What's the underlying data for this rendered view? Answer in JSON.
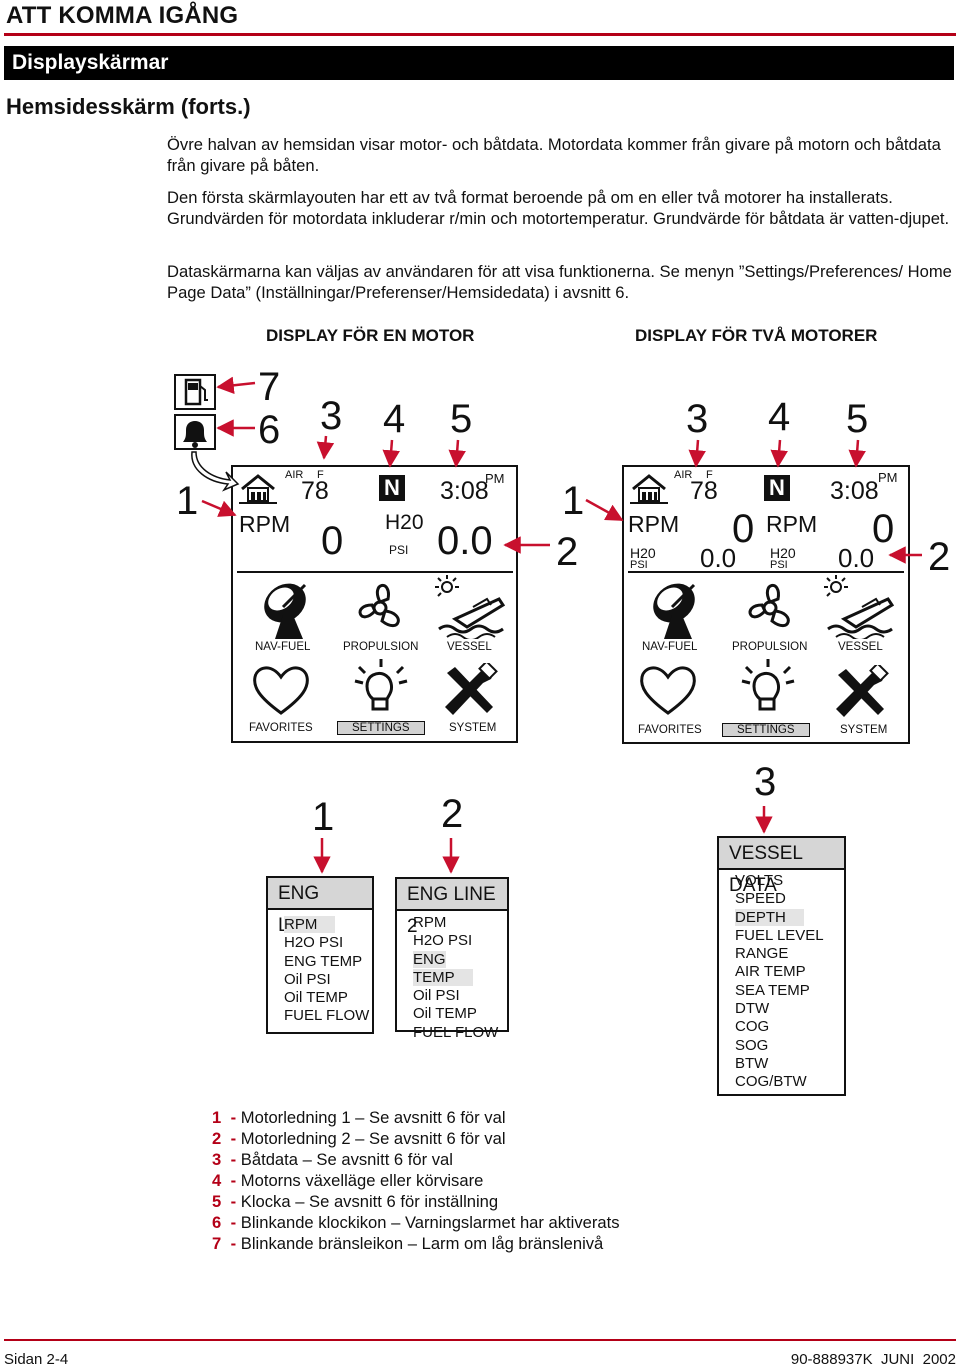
{
  "header": {
    "title": "ATT KOMMA IGÅNG",
    "section": "Displayskärmar",
    "subsection": "Hemsidesskärm (forts.)"
  },
  "paragraphs": [
    "Övre halvan av hemsidan visar motor- och båtdata. Motordata kommer från givare på motorn och båtdata från givare på båten.",
    "Den första skärmlayouten har ett av två format beroende på om en eller två motorer ha installerats. Grundvärden för motordata inkluderar r/min och motortemperatur. Grundvärde för båtdata är vatten-djupet.",
    "Dataskärmarna kan väljas av användaren för att visa funktionerna. Se menyn ”Settings/Preferences/ Home Page Data” (Inställningar/Preferenser/Hemsidedata) i avsnitt 6."
  ],
  "captions": {
    "single": "DISPLAY FÖR EN MOTOR",
    "twin": "DISPLAY FÖR TVÅ MOTORER"
  },
  "callouts": {
    "n1": "1",
    "n2": "2",
    "n3": "3",
    "n4": "4",
    "n5": "5",
    "n6": "6",
    "n7": "7"
  },
  "screen": {
    "air": "AIR",
    "air_unit": "F",
    "air_value": "78",
    "gear": "N",
    "clock": "3:08",
    "ampm": "PM",
    "rpm_label": "RPM",
    "rpm_value": "0",
    "h2o_label": "H20",
    "psi_label": "PSI",
    "h2o_value": "0.0",
    "icons": [
      "NAV-FUEL",
      "PROPULSION",
      "VESSEL",
      "FAVORITES",
      "SETTINGS",
      "SYSTEM"
    ]
  },
  "boxes": {
    "eng1": {
      "title": "ENG LINE1",
      "items": [
        "RPM",
        "H2O PSI",
        "ENG TEMP",
        "Oil PSI",
        "Oil TEMP",
        "FUEL FLOW"
      ]
    },
    "eng2": {
      "title": "ENG LINE 2",
      "items": [
        "RPM",
        "H2O PSI",
        "ENG TEMP",
        "Oil PSI",
        "Oil TEMP",
        "FUEL FLOW"
      ]
    },
    "vessel": {
      "title": "VESSEL DATA",
      "items": [
        "VOLTS",
        "SPEED",
        "DEPTH",
        "FUEL LEVEL",
        "RANGE",
        "AIR TEMP",
        "SEA TEMP",
        "DTW",
        "COG",
        "SOG",
        "BTW",
        "COG/BTW"
      ]
    }
  },
  "legend": [
    {
      "num": "1",
      "text": "Motorledning 1 – Se avsnitt 6 för val"
    },
    {
      "num": "2",
      "text": "Motorledning 2 – Se avsnitt 6 för val"
    },
    {
      "num": "3",
      "text": "Båtdata – Se avsnitt 6 för val"
    },
    {
      "num": "4",
      "text": "Motorns växelläge eller körvisare"
    },
    {
      "num": "5",
      "text": "Klocka – Se avsnitt 6 för inställning"
    },
    {
      "num": "6",
      "text": "Blinkande klockikon – Varningslarmet har aktiverats"
    },
    {
      "num": "7",
      "text": "Blinkande bränsleikon – Larm om låg bränslenivå"
    }
  ],
  "footer": {
    "left": "Sidan 2-4",
    "right": "90-888937K  JUNI  2002"
  },
  "colors": {
    "accent_red": "#b40017",
    "arrow_red": "#c8102e"
  }
}
